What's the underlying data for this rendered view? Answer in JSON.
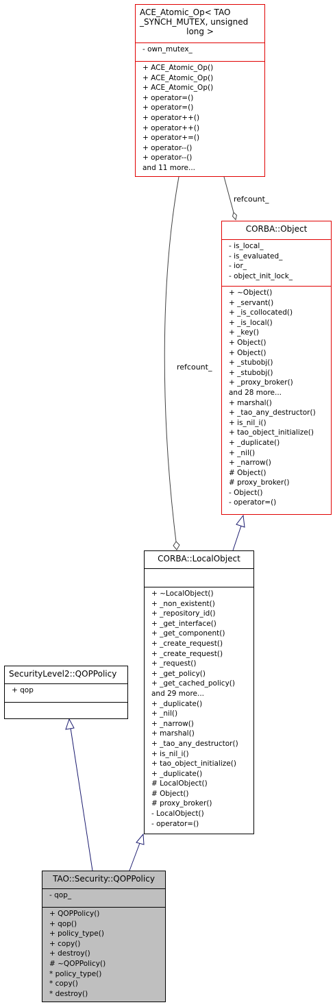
{
  "classes": {
    "ace_atomic_op": {
      "title": [
        "ACE_Atomic_Op< TAO",
        "_SYNCH_MUTEX, unsigned",
        "long >"
      ],
      "attributes": [
        "- own_mutex_"
      ],
      "operations": [
        "+ ACE_Atomic_Op()",
        "+ ACE_Atomic_Op()",
        "+ ACE_Atomic_Op()",
        "+ operator=()",
        "+ operator=()",
        "+ operator++()",
        "+ operator++()",
        "+ operator+=()",
        "+ operator--()",
        "+ operator--()",
        "and 11 more..."
      ]
    },
    "corba_object": {
      "title": [
        "CORBA::Object"
      ],
      "attributes": [
        "- is_local_",
        "- is_evaluated_",
        "- ior_",
        "- object_init_lock_"
      ],
      "operations": [
        "+ ~Object()",
        "+ _servant()",
        "+ _is_collocated()",
        "+ _is_local()",
        "+ _key()",
        "+ Object()",
        "+ Object()",
        "+ _stubobj()",
        "+ _stubobj()",
        "+ _proxy_broker()",
        "and 28 more...",
        "+ marshal()",
        "+ _tao_any_destructor()",
        "+ is_nil_i()",
        "+ tao_object_initialize()",
        "+ _duplicate()",
        "+ _nil()",
        "+ _narrow()",
        "# Object()",
        "# proxy_broker()",
        "- Object()",
        "- operator=()"
      ]
    },
    "corba_localobject": {
      "title": [
        "CORBA::LocalObject"
      ],
      "attributes": [],
      "operations": [
        "+ ~LocalObject()",
        "+ _non_existent()",
        "+ _repository_id()",
        "+ _get_interface()",
        "+ _get_component()",
        "+ _create_request()",
        "+ _create_request()",
        "+ _request()",
        "+ _get_policy()",
        "+ _get_cached_policy()",
        "and 29 more...",
        "+ _duplicate()",
        "+ _nil()",
        "+ _narrow()",
        "+ marshal()",
        "+ _tao_any_destructor()",
        "+ is_nil_i()",
        "+ tao_object_initialize()",
        "+ _duplicate()",
        "# LocalObject()",
        "# Object()",
        "# proxy_broker()",
        "- LocalObject()",
        "- operator=()"
      ]
    },
    "securitylevel2_qoppolicy": {
      "title": [
        "SecurityLevel2::QOPPolicy"
      ],
      "attributes": [
        "+ qop"
      ],
      "operations": []
    },
    "tao_security_qoppolicy": {
      "title": [
        "TAO::Security::QOPPolicy"
      ],
      "attributes": [
        "- qop_"
      ],
      "operations": [
        "+ QOPPolicy()",
        "+ qop()",
        "+ policy_type()",
        "+ copy()",
        "+ destroy()",
        "# ~QOPPolicy()",
        "* policy_type()",
        "* copy()",
        "* destroy()"
      ]
    }
  },
  "edges": {
    "refcount_upper": "refcount_",
    "refcount_lower": "refcount_"
  },
  "colors": {
    "border_default": "#000000",
    "border_highlight": "#e00000",
    "arrow_inheritance": "#1a1a6e",
    "arrow_usage": "#404040",
    "focus_fill": "#bfbfbf"
  }
}
